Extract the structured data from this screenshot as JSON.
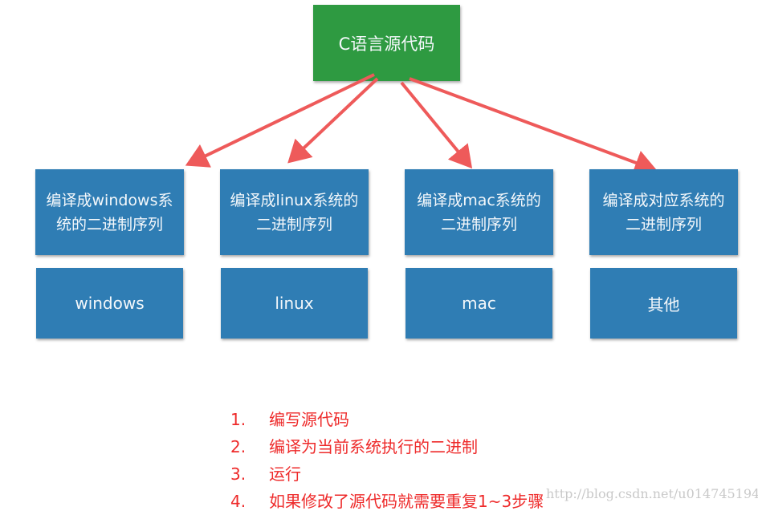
{
  "root": {
    "label": "C语言源代码",
    "color": "#2e9a41"
  },
  "compile_boxes": [
    {
      "label": "编译成windows系统的二进制序列"
    },
    {
      "label": "编译成linux系统的二进制序列"
    },
    {
      "label": "编译成mac系统的二进制序列"
    },
    {
      "label": "编译成对应系统的二进制序列"
    }
  ],
  "os_boxes": [
    {
      "label": "windows"
    },
    {
      "label": "linux"
    },
    {
      "label": "mac"
    },
    {
      "label": "其他"
    }
  ],
  "box_color": "#2f7db4",
  "arrow_color": "#ee5a5a",
  "steps": [
    {
      "num": "1.",
      "text": "编写源代码"
    },
    {
      "num": "2.",
      "text": "编译为当前系统执行的二进制"
    },
    {
      "num": "3.",
      "text": "运行"
    },
    {
      "num": "4.",
      "text": "如果修改了源代码就需要重复1~3步骤"
    }
  ],
  "watermark": "http://blog.csdn.net/u014745194"
}
